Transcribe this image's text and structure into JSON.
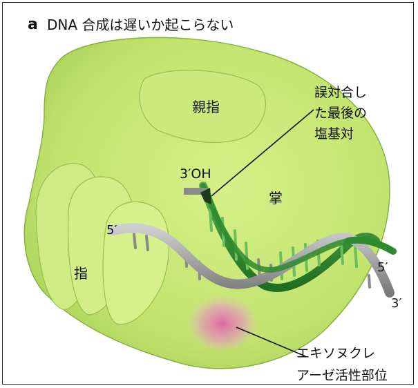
{
  "figure": {
    "panel_label": "a",
    "title": "DNA 合成は遅いか起こらない"
  },
  "labels": {
    "thumb": "親指",
    "palm": "掌",
    "fingers": "指",
    "three_oh": "3′OH",
    "five_prime_left": "5′",
    "five_prime_right": "5′",
    "three_prime_right": "3′",
    "mismatch_lines": [
      "誤対合し",
      "た最後の",
      "塩基対"
    ],
    "exonuclease_lines": [
      "エキソヌクレ",
      "アーゼ活性部位"
    ]
  },
  "colors": {
    "polymerase_body": "#c8e87a",
    "polymerase_shadow": "#a9d060",
    "template_strand": "#9a9a9a",
    "new_strand": "#2e8a2e",
    "exonuclease_site": "#e070b0",
    "frame": "#222222"
  }
}
